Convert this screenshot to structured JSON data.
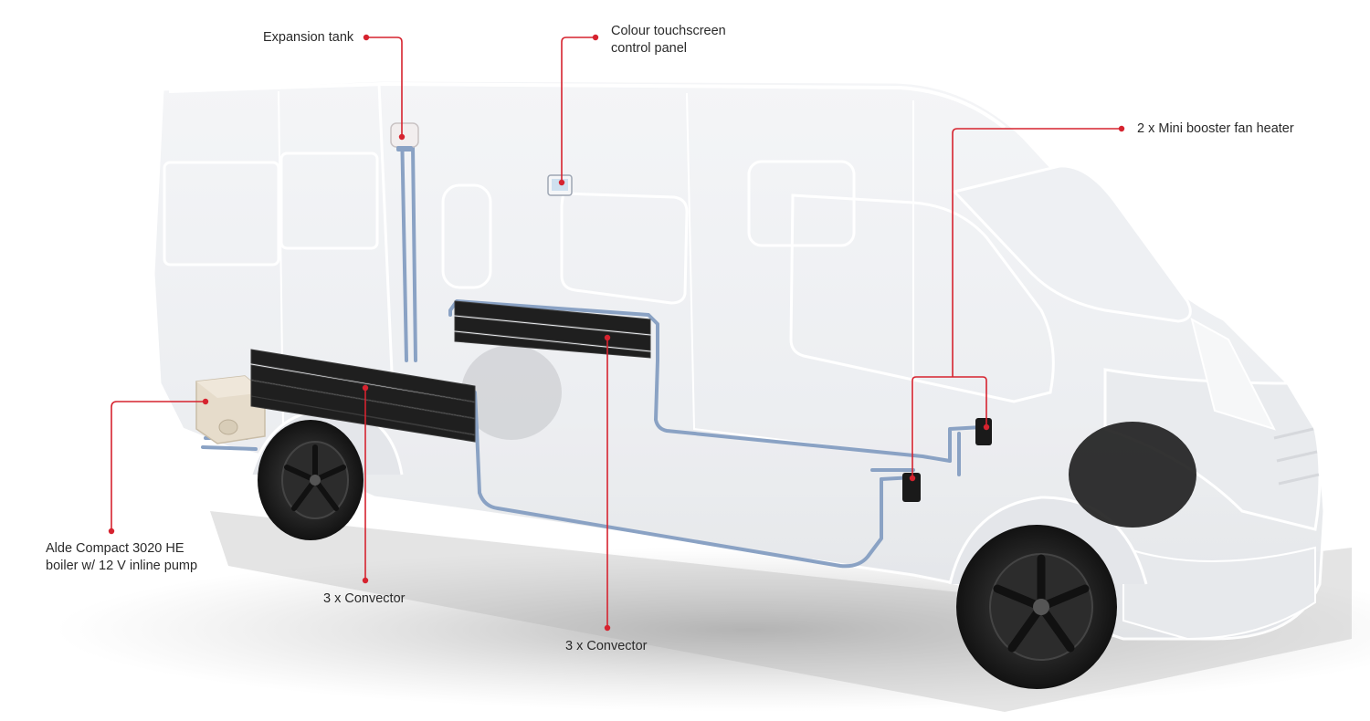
{
  "callouts": {
    "expansion_tank": "Expansion tank",
    "control_panel": "Colour touchscreen\ncontrol panel",
    "fan_heater": "2 x Mini booster fan heater",
    "boiler": "Alde Compact 3020 HE\nboiler w/ 12 V inline pump",
    "convector_rear": "3 x Convector",
    "convector_mid": "3 x Convector"
  },
  "colors": {
    "leader": "#d6232f",
    "pipe": "#8aa2c4",
    "convector": "#1f1f1f",
    "body_outline": "#ffffff",
    "tyre": "#1b1b1b"
  }
}
